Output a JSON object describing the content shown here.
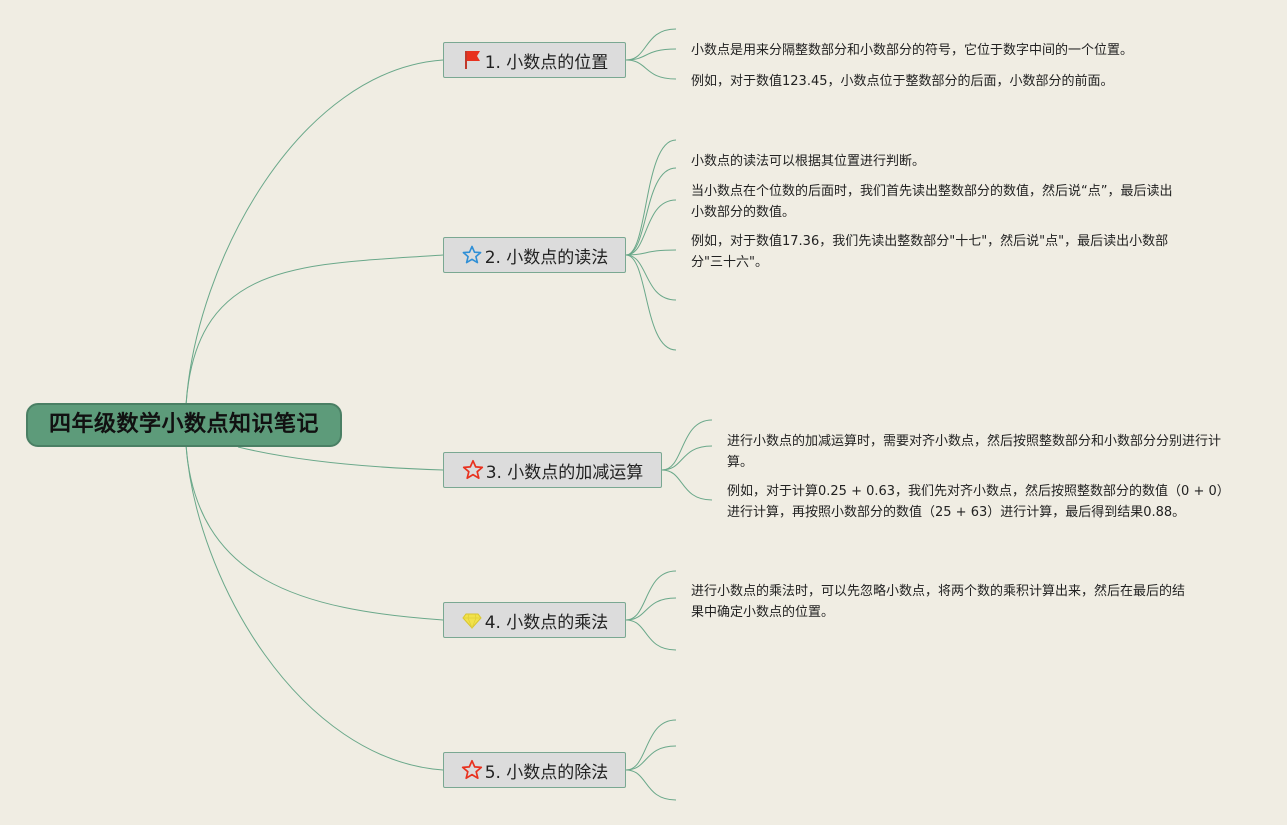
{
  "root": {
    "label": "四年级数学小数点知识笔记"
  },
  "topics": [
    {
      "label": "1. 小数点的位置",
      "icon": "red-flag-icon",
      "notes": [
        "小数点是用来分隔整数部分和小数部分的符号，它位于数字中间的一个位置。",
        "例如，对于数值123.45，小数点位于整数部分的后面，小数部分的前面。"
      ]
    },
    {
      "label": "2. 小数点的读法",
      "icon": "blue-star-icon",
      "notes": [
        "小数点的读法可以根据其位置进行判断。",
        "当小数点在个位数的后面时，我们首先读出整数部分的数值，然后说“点”，最后读出小数部分的数值。",
        "例如，对于数值17.36，我们先读出整数部分\"十七\"，然后说\"点\"，最后读出小数部分\"三十六\"。"
      ]
    },
    {
      "label": "3. 小数点的加减运算",
      "icon": "red-star-icon",
      "notes": [
        "进行小数点的加减运算时，需要对齐小数点，然后按照整数部分和小数部分分别进行计算。",
        "例如，对于计算0.25 + 0.63，我们先对齐小数点，然后按照整数部分的数值（0 + 0）进行计算，再按照小数部分的数值（25 + 63）进行计算，最后得到结果0.88。"
      ]
    },
    {
      "label": "4. 小数点的乘法",
      "icon": "yellow-gem-icon",
      "notes": [
        "进行小数点的乘法时，可以先忽略小数点，将两个数的乘积计算出来，然后在最后的结果中确定小数点的位置。"
      ]
    },
    {
      "label": "5. 小数点的除法",
      "icon": "red-star-icon",
      "notes": []
    }
  ],
  "colors": {
    "background": "#f0ede3",
    "root_fill": "#5d9b7a",
    "branch_line": "#6aa88a",
    "topic_fill": "#dcdcdc"
  }
}
